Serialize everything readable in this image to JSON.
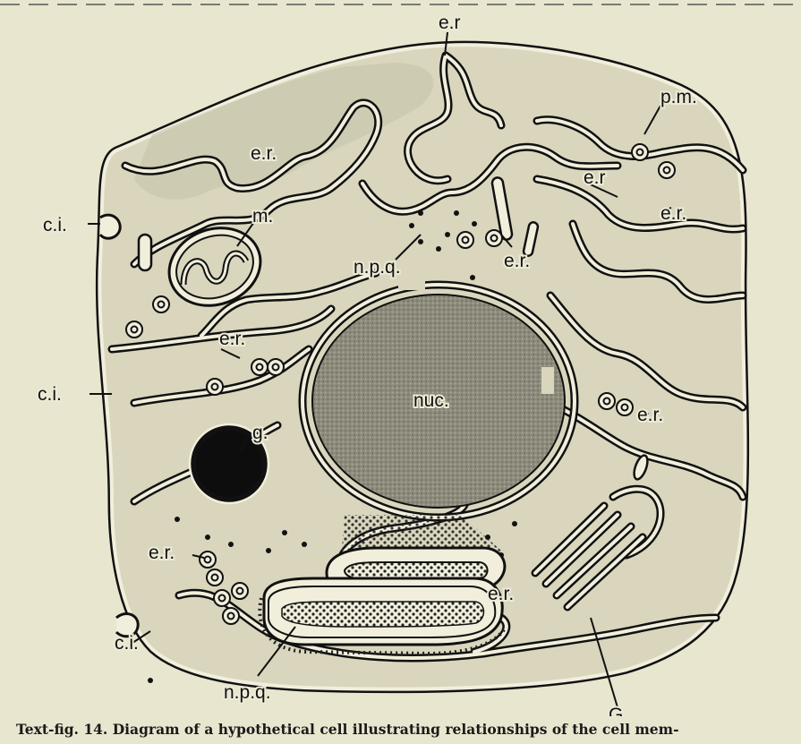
{
  "labels": {
    "er": "e.r.",
    "er_short": "e.r",
    "pm": "p.m.",
    "ci": "c.i.",
    "m": "m.",
    "npq": "n.p.q.",
    "nuc": "nuc.",
    "g": "g.",
    "G": "G"
  },
  "caption": "Text-fig. 14.   Diagram of a hypothetical cell illustrating relationships of the cell mem-"
}
